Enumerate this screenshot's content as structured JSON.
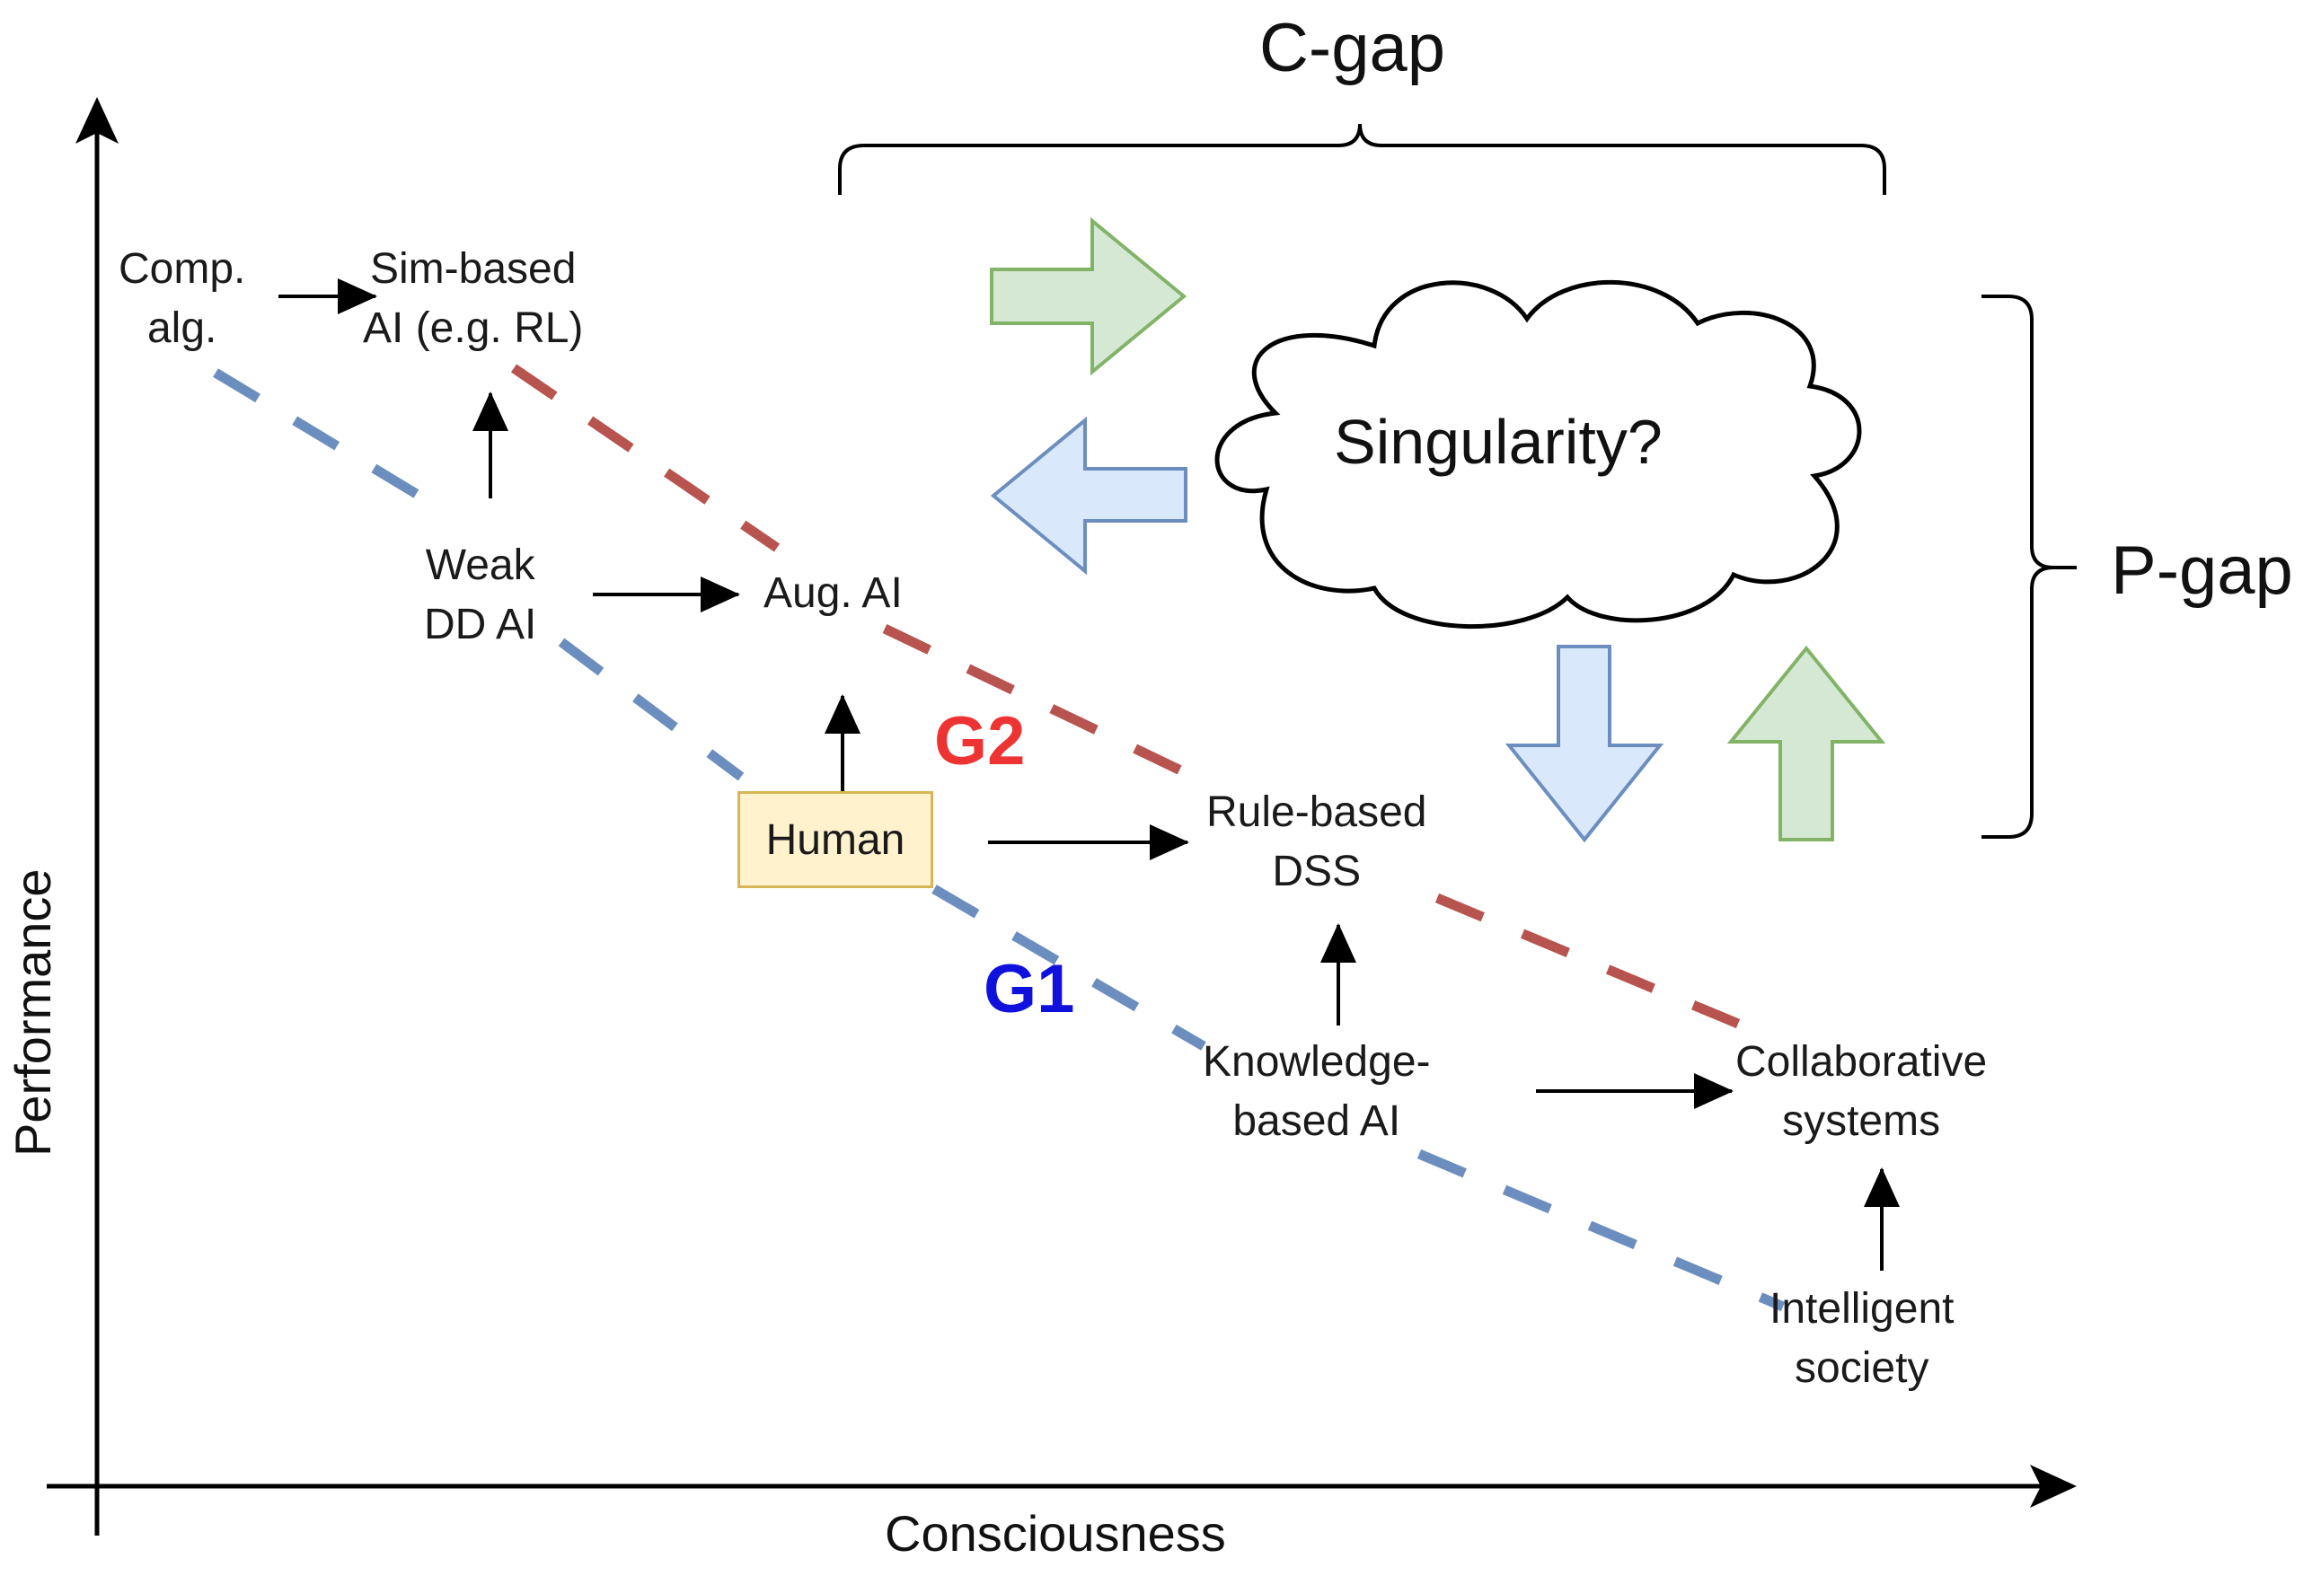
{
  "axes": {
    "x_label": "Consciousness",
    "y_label": "Performance"
  },
  "gaps": {
    "c_gap": "C-gap",
    "p_gap": "P-gap"
  },
  "central": {
    "label": "Singularity?"
  },
  "lines": {
    "g1": {
      "label": "G1",
      "color": "#6c8ebf",
      "label_color": "#1111dd"
    },
    "g2": {
      "label": "G2",
      "color": "#b85450",
      "label_color": "#ee3333"
    }
  },
  "nodes": {
    "comp_alg": [
      "Comp.",
      "alg."
    ],
    "sim_based": [
      "Sim-based",
      "AI (e.g. RL)"
    ],
    "weak_dd": [
      "Weak",
      "DD AI"
    ],
    "aug_ai": [
      "Aug. AI"
    ],
    "human": "Human",
    "rule_based": [
      "Rule-based",
      "DSS"
    ],
    "knowledge_based": [
      "Knowledge-",
      "based AI"
    ],
    "collaborative": [
      "Collaborative",
      "systems"
    ],
    "intelligent_society": [
      "Intelligent",
      "society"
    ]
  },
  "colors": {
    "green_fill": "#d5e8d4",
    "green_stroke": "#82b366",
    "blue_fill": "#dae8fc",
    "blue_stroke": "#6c8ebf",
    "human_fill": "#fff2cc",
    "human_stroke": "#d6b656"
  }
}
